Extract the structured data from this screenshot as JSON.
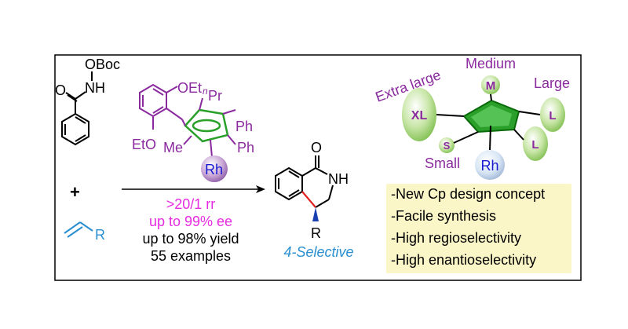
{
  "reagent1": {
    "oboc": "OBoc",
    "nh": "NH",
    "o": "O"
  },
  "plus": "+",
  "alkene_r": "R",
  "ligand": {
    "oet_top": "OEt",
    "npr_sup": "n",
    "npr": "Pr",
    "ph1": "Ph",
    "ph2": "Ph",
    "eto": "EtO",
    "me": "Me",
    "rh": "Rh"
  },
  "conditions": {
    "rr": ">20/1 rr",
    "ee": "up to 99% ee",
    "yield": "up to 98% yield",
    "examples": "55 examples"
  },
  "product": {
    "o": "O",
    "nh": "NH",
    "r": "R",
    "label": "4-Selective"
  },
  "cp_model": {
    "xl": "XL",
    "xl_label": "Extra large",
    "m": "M",
    "m_label": "Medium",
    "l": "L",
    "l_label": "Large",
    "l2": "L",
    "s": "S",
    "s_label": "Small",
    "rh": "Rh"
  },
  "bullets": [
    "-New Cp design concept",
    "-Facile synthesis",
    "-High regioselectivity",
    "-High enantioselectivity"
  ],
  "colors": {
    "purple": "#8a2a9e",
    "magenta": "#e62be0",
    "blue": "#2a8fd0",
    "green": "#2aa02a",
    "rh_blue": "#1a1ad0",
    "box": "#fbf6c8"
  }
}
